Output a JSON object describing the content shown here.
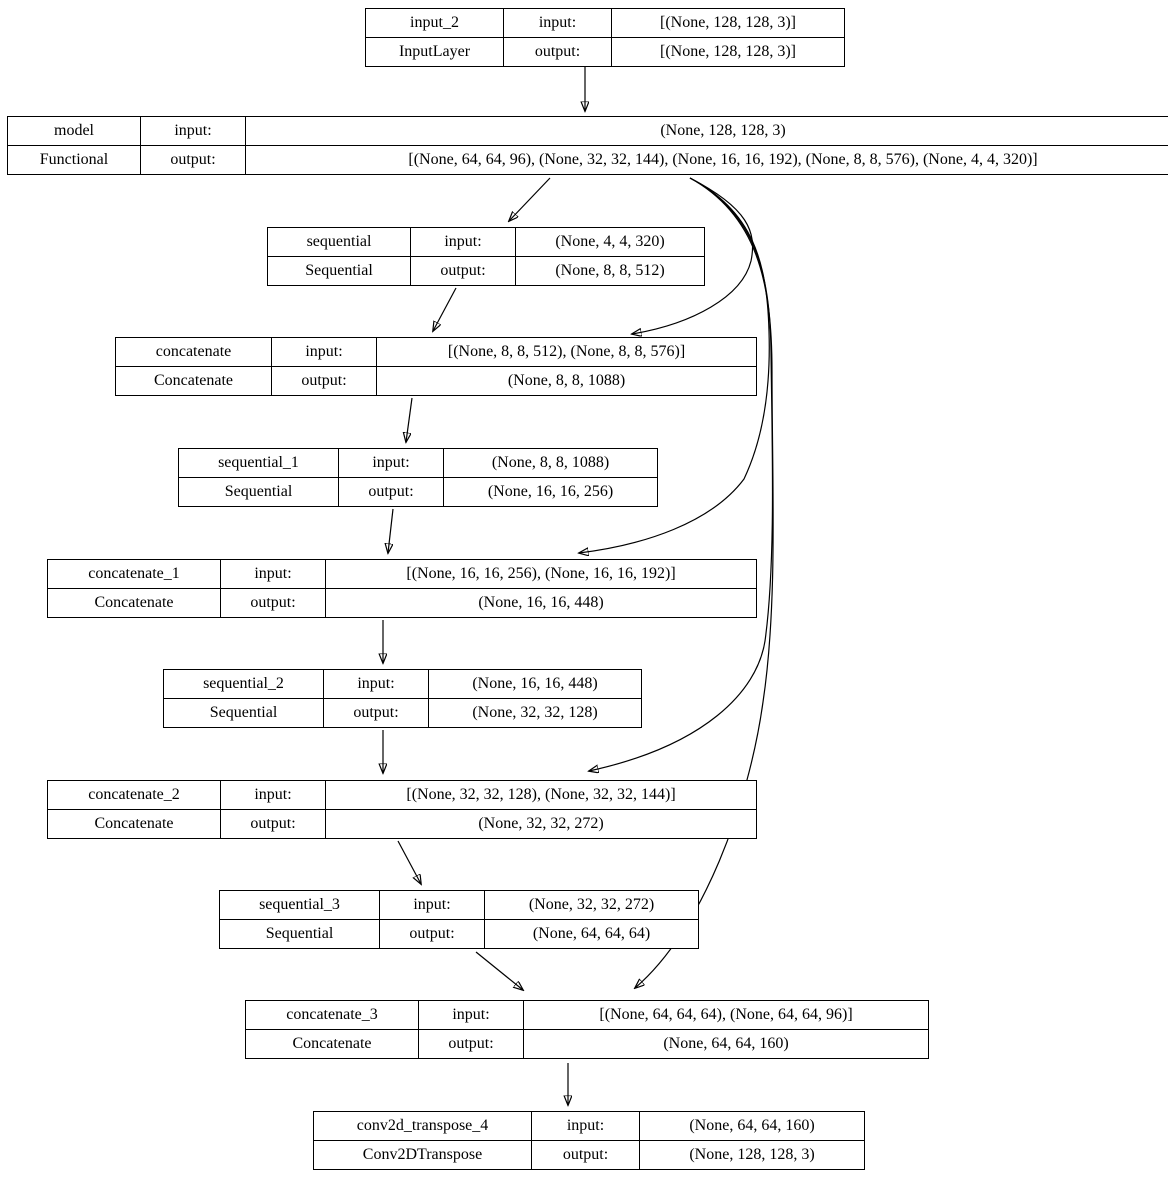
{
  "labels": {
    "input": "input:",
    "output": "output:"
  },
  "nodes": [
    {
      "name": "input_2",
      "type": "InputLayer",
      "input_shape": "[(None, 128, 128, 3)]",
      "output_shape": "[(None, 128, 128, 3)]"
    },
    {
      "name": "model",
      "type": "Functional",
      "input_shape": "(None, 128, 128, 3)",
      "output_shape": "[(None, 64, 64, 96), (None, 32, 32, 144), (None, 16, 16, 192), (None, 8, 8, 576), (None, 4, 4, 320)]"
    },
    {
      "name": "sequential",
      "type": "Sequential",
      "input_shape": "(None, 4, 4, 320)",
      "output_shape": "(None, 8, 8, 512)"
    },
    {
      "name": "concatenate",
      "type": "Concatenate",
      "input_shape": "[(None, 8, 8, 512), (None, 8, 8, 576)]",
      "output_shape": "(None, 8, 8, 1088)"
    },
    {
      "name": "sequential_1",
      "type": "Sequential",
      "input_shape": "(None, 8, 8, 1088)",
      "output_shape": "(None, 16, 16, 256)"
    },
    {
      "name": "concatenate_1",
      "type": "Concatenate",
      "input_shape": "[(None, 16, 16, 256), (None, 16, 16, 192)]",
      "output_shape": "(None, 16, 16, 448)"
    },
    {
      "name": "sequential_2",
      "type": "Sequential",
      "input_shape": "(None, 16, 16, 448)",
      "output_shape": "(None, 32, 32, 128)"
    },
    {
      "name": "concatenate_2",
      "type": "Concatenate",
      "input_shape": "[(None, 32, 32, 128), (None, 32, 32, 144)]",
      "output_shape": "(None, 32, 32, 272)"
    },
    {
      "name": "sequential_3",
      "type": "Sequential",
      "input_shape": "(None, 32, 32, 272)",
      "output_shape": "(None, 64, 64, 64)"
    },
    {
      "name": "concatenate_3",
      "type": "Concatenate",
      "input_shape": "[(None, 64, 64, 64), (None, 64, 64, 96)]",
      "output_shape": "(None, 64, 64, 160)"
    },
    {
      "name": "conv2d_transpose_4",
      "type": "Conv2DTranspose",
      "input_shape": "(None, 64, 64, 160)",
      "output_shape": "(None, 128, 128, 3)"
    }
  ],
  "edges": [
    {
      "from": "input_2",
      "to": "model"
    },
    {
      "from": "model",
      "to": "sequential"
    },
    {
      "from": "model",
      "to": "concatenate"
    },
    {
      "from": "model",
      "to": "concatenate_1"
    },
    {
      "from": "model",
      "to": "concatenate_2"
    },
    {
      "from": "model",
      "to": "concatenate_3"
    },
    {
      "from": "sequential",
      "to": "concatenate"
    },
    {
      "from": "concatenate",
      "to": "sequential_1"
    },
    {
      "from": "sequential_1",
      "to": "concatenate_1"
    },
    {
      "from": "concatenate_1",
      "to": "sequential_2"
    },
    {
      "from": "sequential_2",
      "to": "concatenate_2"
    },
    {
      "from": "concatenate_2",
      "to": "sequential_3"
    },
    {
      "from": "sequential_3",
      "to": "concatenate_3"
    },
    {
      "from": "concatenate_3",
      "to": "conv2d_transpose_4"
    }
  ],
  "colors": {
    "stroke": "#000000",
    "background": "#ffffff",
    "text": "#000000"
  }
}
